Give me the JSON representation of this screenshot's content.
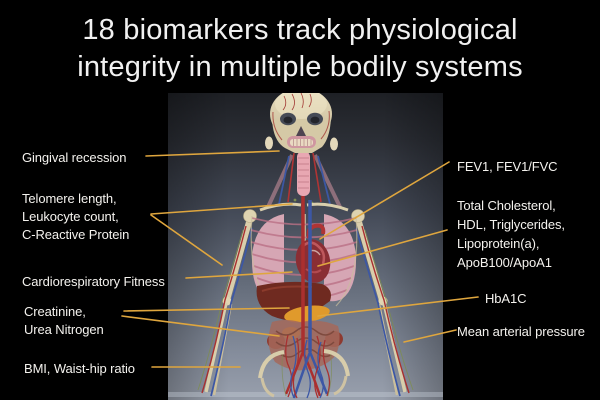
{
  "title": {
    "line1": "18 biomarkers track physiological",
    "line2": "integrity in multiple bodily systems"
  },
  "labels_left": {
    "gingival_recession": "Gingival recession",
    "telomere_line1": "Telomere length,",
    "telomere_line2": "Leukocyte count,",
    "telomere_line3": "C-Reactive Protein",
    "cardiorespiratory": "Cardiorespiratory Fitness",
    "creatinine_line1": "Creatinine,",
    "creatinine_line2": "Urea Nitrogen",
    "bmi_waist_hip": "BMI, Waist-hip ratio"
  },
  "labels_right": {
    "fev": "FEV1, FEV1/FVC",
    "lipids_line1": "Total Cholesterol,",
    "lipids_line2": "HDL, Triglycerides,",
    "lipids_line3": "Lipoprotein(a),",
    "lipids_line4": "ApoB100/ApoA1",
    "hba1c": "HbA1C",
    "mean_arterial_pressure": "Mean arterial pressure"
  },
  "figure": {
    "description": "3D anatomical render of a human body (head to thighs) showing skeleton, organs and vasculature"
  },
  "colors": {
    "leader_line": "#DFA63E",
    "label_text": "#F4F2EE",
    "title_text": "#F1F1F1",
    "background": "#000000",
    "panel_top": "#1E2025",
    "panel_bottom": "#99A0AD"
  }
}
